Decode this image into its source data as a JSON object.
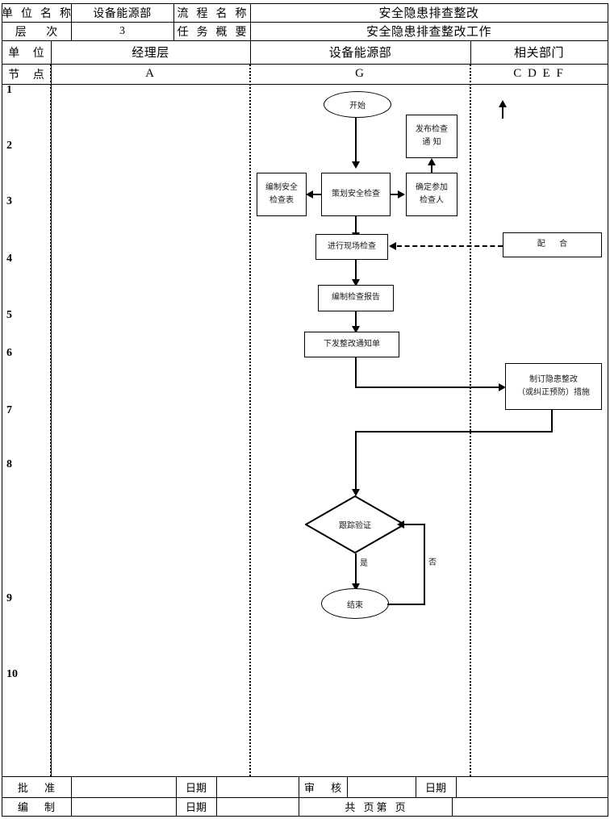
{
  "header": {
    "row1": {
      "label_unit": "单位名称",
      "value_unit": "设备能源部",
      "label_process": "流程名称",
      "value_process": "安全隐患排查整改"
    },
    "row2": {
      "label_level": "层  次",
      "value_level": "3",
      "label_summary": "任务概要",
      "value_summary": "安全隐患排查整改工作"
    },
    "row3": {
      "label_dept": "单 位",
      "lane1": "经理层",
      "lane2": "设备能源部",
      "lane3": "相关部门"
    },
    "row4": {
      "label_node": "节 点",
      "lane1": "A",
      "lane2": "G",
      "lane3": "C D E F"
    }
  },
  "row_numbers": [
    "1",
    "2",
    "3",
    "4",
    "5",
    "6",
    "7",
    "8",
    "9",
    "10"
  ],
  "flowchart": {
    "start": "开始",
    "publish_notice_line1": "发布检查",
    "publish_notice_line2": "通  知",
    "make_checklist_line1": "编制安全",
    "make_checklist_line2": "检查表",
    "plan_inspection": "策划安全检查",
    "confirm_participants_line1": "确定参加",
    "confirm_participants_line2": "检查人",
    "site_inspection": "进行现场检查",
    "cooperate": "配  合",
    "write_report": "编制检查报告",
    "issue_notice": "下发整改通知单",
    "rectify_line1": "制订隐患整改",
    "rectify_line2": "（或纠正预防）措施",
    "verify": "跟踪验证",
    "yes_label": "是",
    "no_label": "否",
    "end": "结束"
  },
  "footer": {
    "approve_label": "批  准",
    "approve_value": "",
    "approve_date_label": "日期",
    "approve_date_value": "",
    "review_label": "审  核",
    "review_value": "",
    "review_date_label": "日期",
    "review_date_value": "",
    "compile_label": "编  制",
    "compile_value": "",
    "compile_date_label": "日期",
    "compile_date_value": "",
    "page_label": "共  页第  页"
  },
  "colors": {
    "line": "#000000",
    "text": "#1a1a1a",
    "background": "#ffffff"
  }
}
